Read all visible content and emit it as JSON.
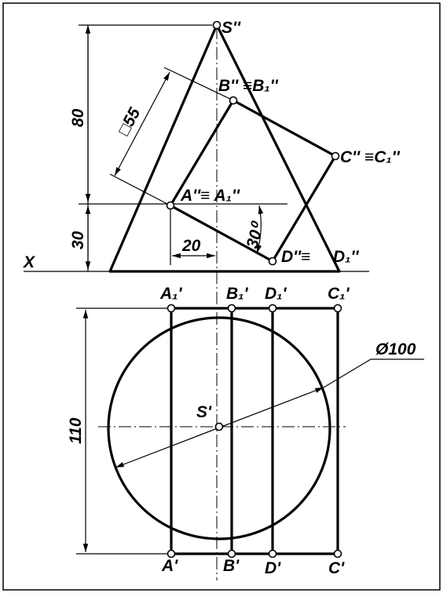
{
  "labels": {
    "s2": "S''",
    "b2": "B'' ≡B₁''",
    "c2": "C'' ≡C₁''",
    "a2": "A''≡ A₁''",
    "d2": "D''≡",
    "d12": "D₁''",
    "x": "X",
    "a1p": "A₁'",
    "b1p": "B₁'",
    "d1p": "D₁'",
    "c1p": "C₁'",
    "sp": "S'",
    "ap": "A'",
    "bp": "B'",
    "dp": "D'",
    "cp": "C'"
  },
  "dims": {
    "height_80": "80",
    "height_30": "30",
    "square_55": "□55",
    "offset_20": "20",
    "angle_30": "30⁰",
    "width_110": "110",
    "diameter_100": "Ø100"
  }
}
